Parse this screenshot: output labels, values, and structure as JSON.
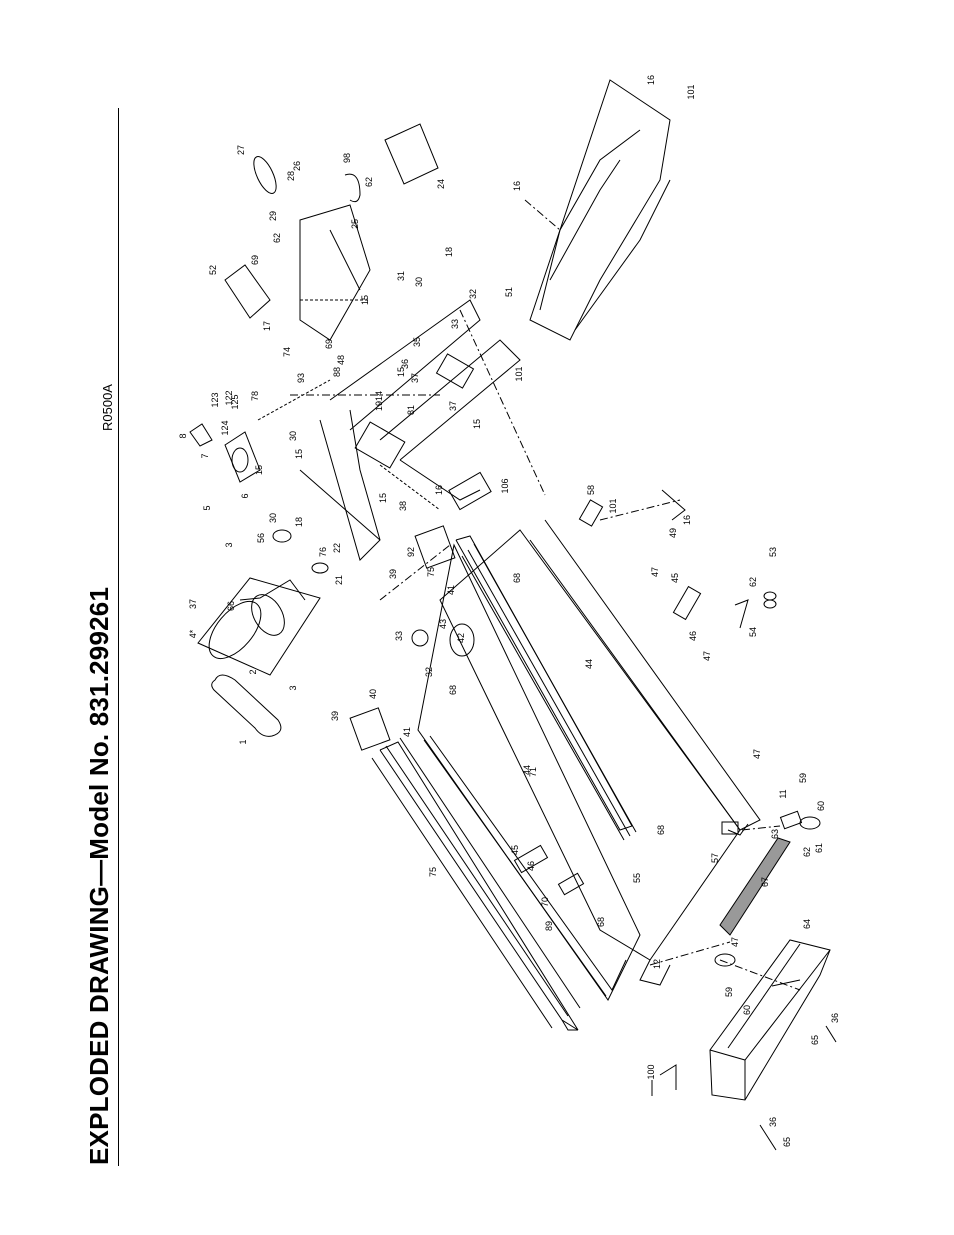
{
  "title": "EXPLODED DRAWING—Model No. 831.299261",
  "drawing_code": "R0500A",
  "callouts": [
    {
      "id": "c1",
      "text": "1"
    },
    {
      "id": "c2",
      "text": "2"
    },
    {
      "id": "c3a",
      "text": "3"
    },
    {
      "id": "c3b",
      "text": "3"
    },
    {
      "id": "c4",
      "text": "4*"
    },
    {
      "id": "c5",
      "text": "5"
    },
    {
      "id": "c6",
      "text": "6"
    },
    {
      "id": "c7",
      "text": "7"
    },
    {
      "id": "c8",
      "text": "8"
    },
    {
      "id": "c11",
      "text": "11"
    },
    {
      "id": "c12",
      "text": "12"
    },
    {
      "id": "c14",
      "text": "14"
    },
    {
      "id": "c15a",
      "text": "15"
    },
    {
      "id": "c15b",
      "text": "15"
    },
    {
      "id": "c15c",
      "text": "15"
    },
    {
      "id": "c15d",
      "text": "15"
    },
    {
      "id": "c15e",
      "text": "15"
    },
    {
      "id": "c15f",
      "text": "15"
    },
    {
      "id": "c16a",
      "text": "16"
    },
    {
      "id": "c16b",
      "text": "16"
    },
    {
      "id": "c16c",
      "text": "16"
    },
    {
      "id": "c16d",
      "text": "16"
    },
    {
      "id": "c17",
      "text": "17"
    },
    {
      "id": "c18a",
      "text": "18"
    },
    {
      "id": "c18b",
      "text": "18"
    },
    {
      "id": "c19",
      "text": "19"
    },
    {
      "id": "c21",
      "text": "21"
    },
    {
      "id": "c22",
      "text": "22"
    },
    {
      "id": "c24",
      "text": "24"
    },
    {
      "id": "c25",
      "text": "25"
    },
    {
      "id": "c26",
      "text": "26"
    },
    {
      "id": "c27",
      "text": "27"
    },
    {
      "id": "c28",
      "text": "28"
    },
    {
      "id": "c29",
      "text": "29"
    },
    {
      "id": "c30a",
      "text": "30"
    },
    {
      "id": "c30b",
      "text": "30"
    },
    {
      "id": "c30c",
      "text": "30"
    },
    {
      "id": "c31",
      "text": "31"
    },
    {
      "id": "c32a",
      "text": "32"
    },
    {
      "id": "c32b",
      "text": "32"
    },
    {
      "id": "c33a",
      "text": "33"
    },
    {
      "id": "c33b",
      "text": "33"
    },
    {
      "id": "c35",
      "text": "35"
    },
    {
      "id": "c36a",
      "text": "36"
    },
    {
      "id": "c36b",
      "text": "36"
    },
    {
      "id": "c36c",
      "text": "36"
    },
    {
      "id": "c37a",
      "text": "37"
    },
    {
      "id": "c37b",
      "text": "37"
    },
    {
      "id": "c37c",
      "text": "37"
    },
    {
      "id": "c38",
      "text": "38"
    },
    {
      "id": "c39a",
      "text": "39"
    },
    {
      "id": "c39b",
      "text": "39"
    },
    {
      "id": "c40",
      "text": "40"
    },
    {
      "id": "c41a",
      "text": "41"
    },
    {
      "id": "c41b",
      "text": "41"
    },
    {
      "id": "c42",
      "text": "42"
    },
    {
      "id": "c43",
      "text": "43"
    },
    {
      "id": "c44a",
      "text": "44"
    },
    {
      "id": "c44b",
      "text": "44"
    },
    {
      "id": "c45a",
      "text": "45"
    },
    {
      "id": "c45b",
      "text": "45"
    },
    {
      "id": "c46a",
      "text": "46"
    },
    {
      "id": "c46b",
      "text": "46"
    },
    {
      "id": "c47a",
      "text": "47"
    },
    {
      "id": "c47b",
      "text": "47"
    },
    {
      "id": "c47c",
      "text": "47"
    },
    {
      "id": "c47d",
      "text": "47"
    },
    {
      "id": "c48",
      "text": "48"
    },
    {
      "id": "c49",
      "text": "49"
    },
    {
      "id": "c51",
      "text": "51"
    },
    {
      "id": "c52",
      "text": "52"
    },
    {
      "id": "c53",
      "text": "53"
    },
    {
      "id": "c54",
      "text": "54"
    },
    {
      "id": "c55",
      "text": "55"
    },
    {
      "id": "c56",
      "text": "56"
    },
    {
      "id": "c57",
      "text": "57"
    },
    {
      "id": "c58",
      "text": "58"
    },
    {
      "id": "c59a",
      "text": "59"
    },
    {
      "id": "c59b",
      "text": "59"
    },
    {
      "id": "c60a",
      "text": "60"
    },
    {
      "id": "c60b",
      "text": "60"
    },
    {
      "id": "c61",
      "text": "61"
    },
    {
      "id": "c62a",
      "text": "62"
    },
    {
      "id": "c62b",
      "text": "62"
    },
    {
      "id": "c62c",
      "text": "62"
    },
    {
      "id": "c62d",
      "text": "62"
    },
    {
      "id": "c63",
      "text": "63"
    },
    {
      "id": "c64",
      "text": "64"
    },
    {
      "id": "c65a",
      "text": "65"
    },
    {
      "id": "c65b",
      "text": "65"
    },
    {
      "id": "c66",
      "text": "66"
    },
    {
      "id": "c67",
      "text": "67"
    },
    {
      "id": "c68a",
      "text": "68"
    },
    {
      "id": "c68b",
      "text": "68"
    },
    {
      "id": "c68c",
      "text": "68"
    },
    {
      "id": "c68d",
      "text": "68"
    },
    {
      "id": "c69a",
      "text": "69"
    },
    {
      "id": "c69b",
      "text": "69"
    },
    {
      "id": "c70",
      "text": "70"
    },
    {
      "id": "c71",
      "text": "71"
    },
    {
      "id": "c74",
      "text": "74"
    },
    {
      "id": "c75a",
      "text": "75"
    },
    {
      "id": "c75b",
      "text": "75"
    },
    {
      "id": "c76",
      "text": "76"
    },
    {
      "id": "c78",
      "text": "78"
    },
    {
      "id": "c81",
      "text": "81"
    },
    {
      "id": "c88",
      "text": "88"
    },
    {
      "id": "c89",
      "text": "89"
    },
    {
      "id": "c92",
      "text": "92"
    },
    {
      "id": "c93",
      "text": "93"
    },
    {
      "id": "c98",
      "text": "98"
    },
    {
      "id": "c100",
      "text": "100"
    },
    {
      "id": "c101a",
      "text": "101"
    },
    {
      "id": "c101b",
      "text": "101"
    },
    {
      "id": "c101c",
      "text": "101"
    },
    {
      "id": "c106",
      "text": "106"
    },
    {
      "id": "c122",
      "text": "122"
    },
    {
      "id": "c123",
      "text": "123"
    },
    {
      "id": "c124",
      "text": "124"
    },
    {
      "id": "c125",
      "text": "125"
    }
  ]
}
